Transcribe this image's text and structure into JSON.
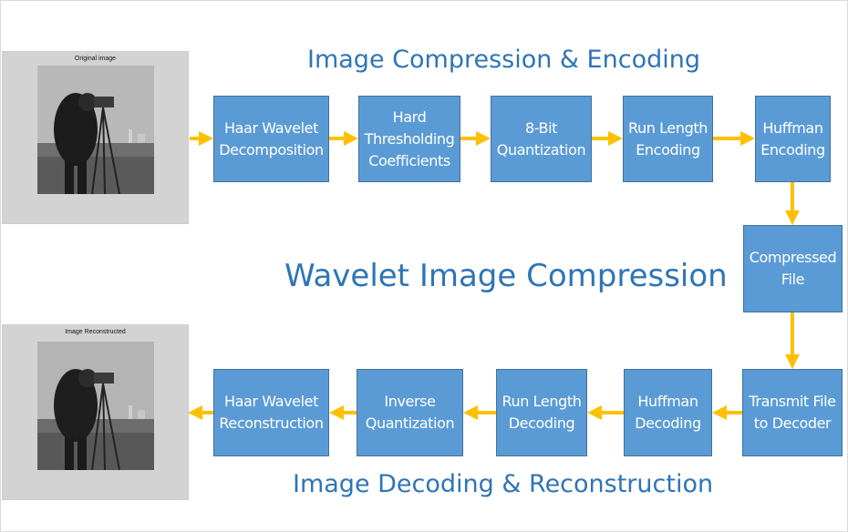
{
  "titles": {
    "top": "Image Compression & Encoding",
    "main": "Wavelet Image Compression",
    "bottom": "Image Decoding & Reconstruction"
  },
  "figures": {
    "original": {
      "title": "Original image"
    },
    "reconstructed": {
      "title": "Image Reconstructed"
    }
  },
  "encoding_steps": [
    "Haar Wavelet\nDecomposition",
    "Hard\nThresholding\nCoefficients",
    "8-Bit\nQuantization",
    "Run Length\nEncoding",
    "Huffman\nEncoding"
  ],
  "transfer_steps": [
    "Compressed\nFile",
    "Transmit File\nto Decoder"
  ],
  "decoding_steps": [
    "Huffman\nDecoding",
    "Run Length\nDecoding",
    "Inverse\nQuantization",
    "Haar Wavelet\nReconstruction"
  ],
  "colors": {
    "box_fill": "#5b9bd5",
    "box_border": "#41719c",
    "arrow": "#ffc000",
    "title": "#2e75b6"
  }
}
